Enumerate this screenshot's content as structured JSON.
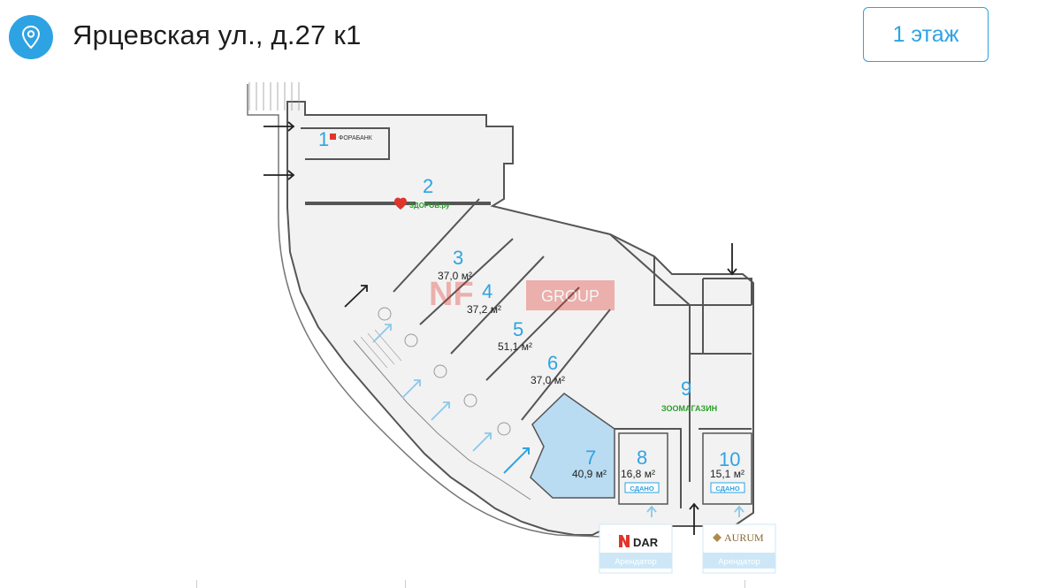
{
  "header": {
    "address": "Ярцевская ул., д.27 к1",
    "floor_button": "1 этаж",
    "icon": "location-pin-icon"
  },
  "plan": {
    "watermark_left": "NF",
    "watermark_right": "GROUP",
    "units": [
      {
        "number": "1",
        "area": "",
        "tenant": "ФОРАБАНК"
      },
      {
        "number": "2",
        "area": "",
        "tenant": "ЗДОРОВ.ру"
      },
      {
        "number": "3",
        "area": "37,0 м²",
        "tenant": ""
      },
      {
        "number": "4",
        "area": "37,2 м²",
        "tenant": ""
      },
      {
        "number": "5",
        "area": "51,1 м²",
        "tenant": ""
      },
      {
        "number": "6",
        "area": "37,0 м²",
        "tenant": ""
      },
      {
        "number": "7",
        "area": "40,9 м²",
        "tenant": ""
      },
      {
        "number": "8",
        "area": "16,8 м²",
        "tenant": "",
        "badge": "СДАНО"
      },
      {
        "number": "9",
        "area": "",
        "tenant": "ЗООМАГАЗИН"
      },
      {
        "number": "10",
        "area": "15,1 м²",
        "tenant": "",
        "badge": "СДАНО"
      }
    ],
    "tenant_cards": [
      {
        "logo": "DAR",
        "caption": "Арендатор"
      },
      {
        "logo": "AURUM",
        "caption": "Арендатор"
      }
    ]
  },
  "colors": {
    "accent": "#2ea3e3",
    "available": "#b9dcf2",
    "floor_fill": "#f2f2f2",
    "wall": "#555555",
    "green_label": "#2a9d2a"
  }
}
